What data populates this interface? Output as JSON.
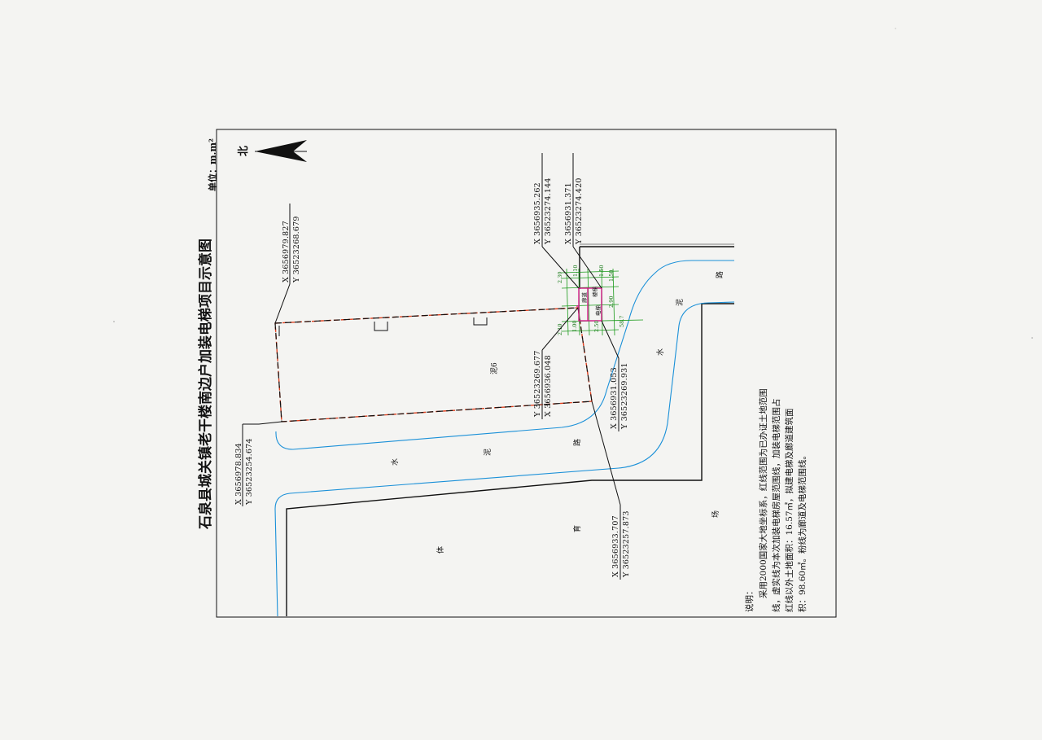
{
  "title": "石泉县城关镇老干楼南边户加装电梯项目示意图",
  "unit": "单位：m.m²",
  "north_label": "北",
  "coords": {
    "c1": {
      "x": "X 3656978.834",
      "y": "Y 36523254.674"
    },
    "c2": {
      "x": "X 3656979.827",
      "y": "Y 36523268.679"
    },
    "c3": {
      "x": "X 3656935.262",
      "y": "Y 36523274.144"
    },
    "c4": {
      "x": "X 3656931.371",
      "y": "Y 36523274.420"
    },
    "c5": {
      "y": "Y 36523269.677",
      "x": "X 3656936.048"
    },
    "c6": {
      "x": "X 3656931.053",
      "y": "Y 36523269.931"
    },
    "c7": {
      "x": "X 3656933.707",
      "y": "Y 36523257.873"
    }
  },
  "labels": {
    "building": "泥6",
    "elevator": "电梯",
    "corridor": "廊道",
    "stair": "楼梯",
    "road_chars": [
      "水",
      "泥",
      "路"
    ],
    "road2_chars": [
      "水",
      "泥",
      "路"
    ],
    "field_chars": [
      "体",
      "育",
      "场"
    ]
  },
  "dims": [
    "2.30",
    "1.10",
    "1.50",
    "1.50",
    "2.90",
    "1.00",
    "2.50",
    "2.10",
    "58.7"
  ],
  "notes": {
    "heading": "说明：",
    "lines": [
      "采用2000国家大地坐标系，红线范围为已办证土地范围",
      "线，虚实线为本次加装电梯房屋范围线，加装电梯范围占",
      "红线以外土地面积：16.57㎡，拟建电梯及廊道建筑面",
      "积：98.60㎡。粉线为廊道及电梯范围线。"
    ]
  },
  "colors": {
    "red_line": "#e0401f",
    "road_blue": "#1a90d8",
    "dim_green": "#1a9a1a",
    "pink": "#d81b8c",
    "ink": "#111111"
  }
}
